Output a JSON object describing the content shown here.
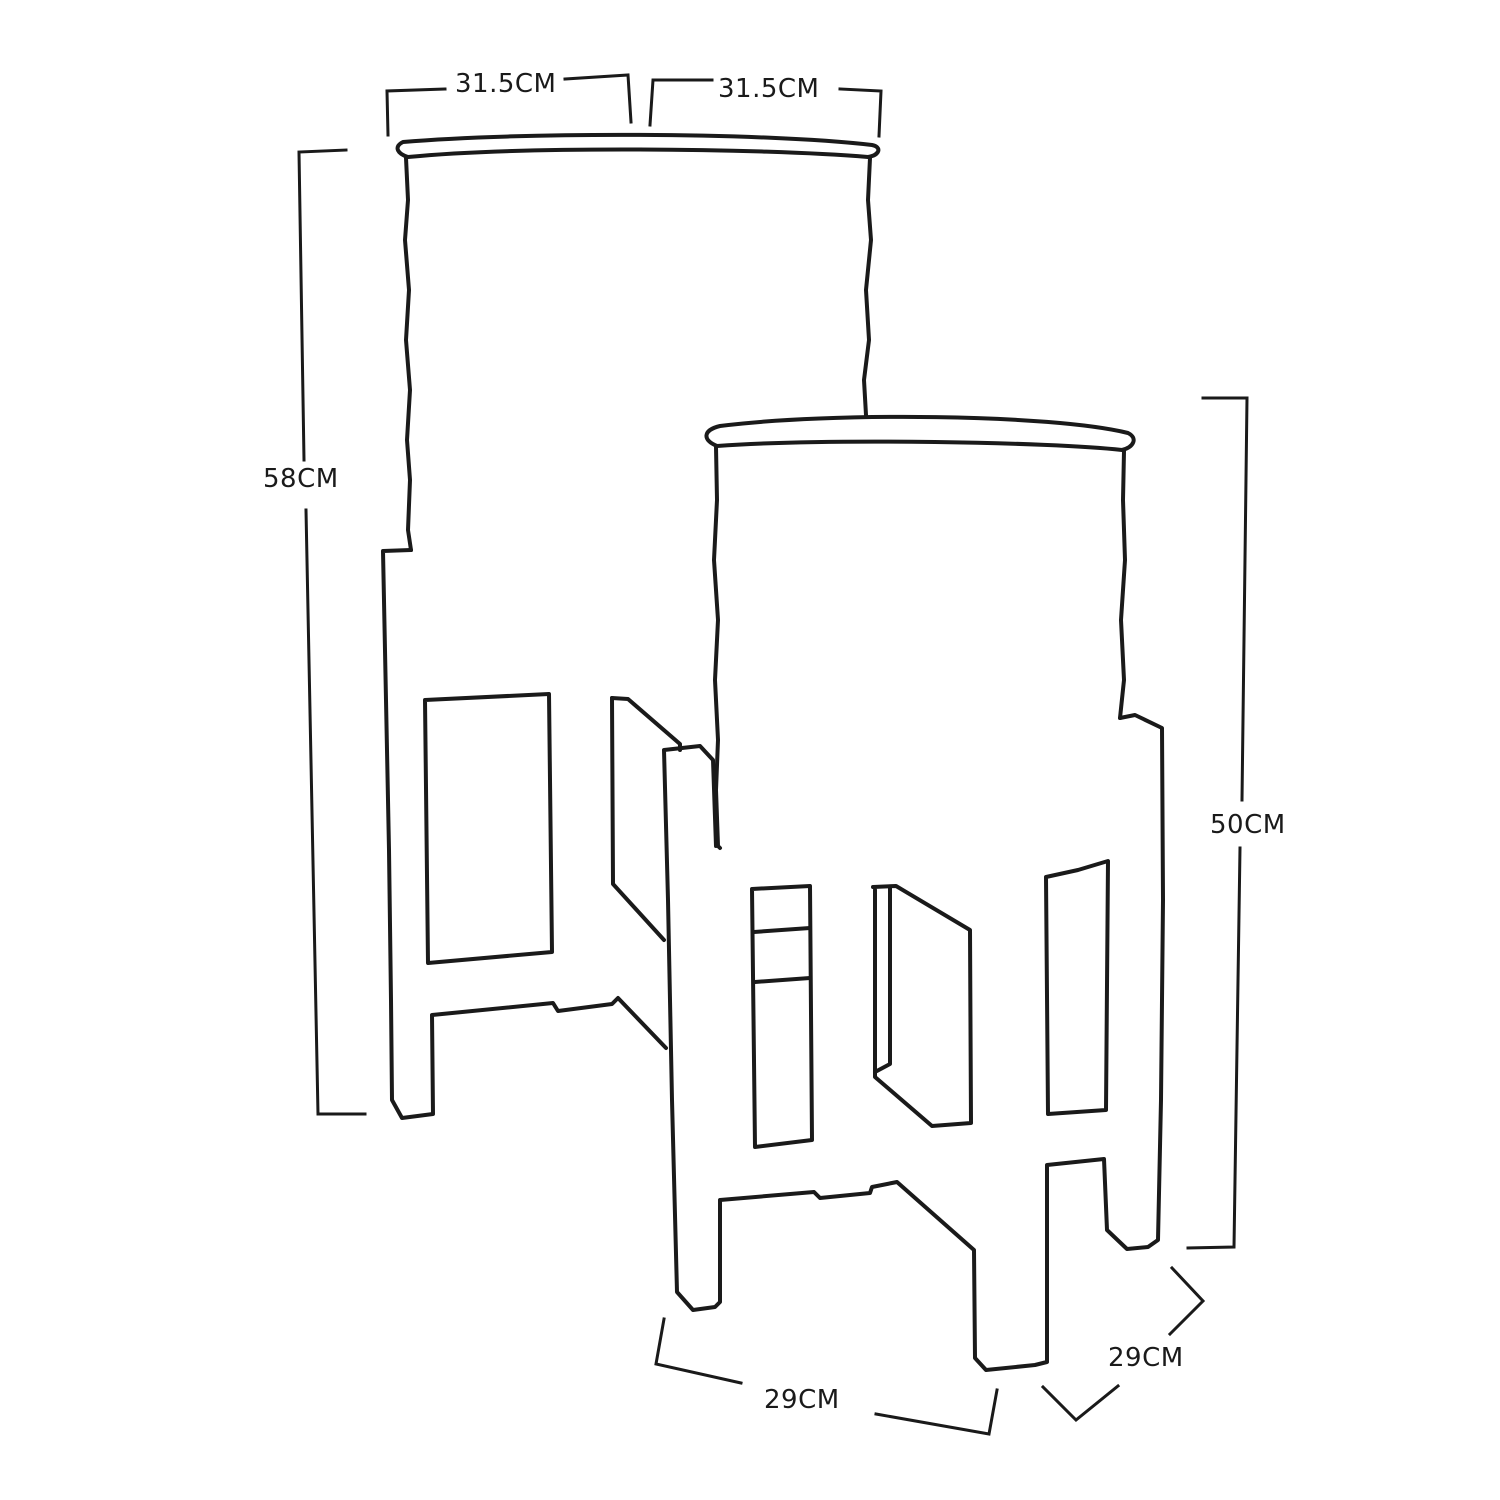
{
  "dimensions": {
    "top_left_width": "31.5CM",
    "top_right_width": "31.5CM",
    "tall_height": "58CM",
    "short_height": "50CM",
    "base_front_width": "29CM",
    "base_side_depth": "29CM"
  },
  "colors": {
    "line": "#1a1a1a",
    "background": "#ffffff"
  }
}
